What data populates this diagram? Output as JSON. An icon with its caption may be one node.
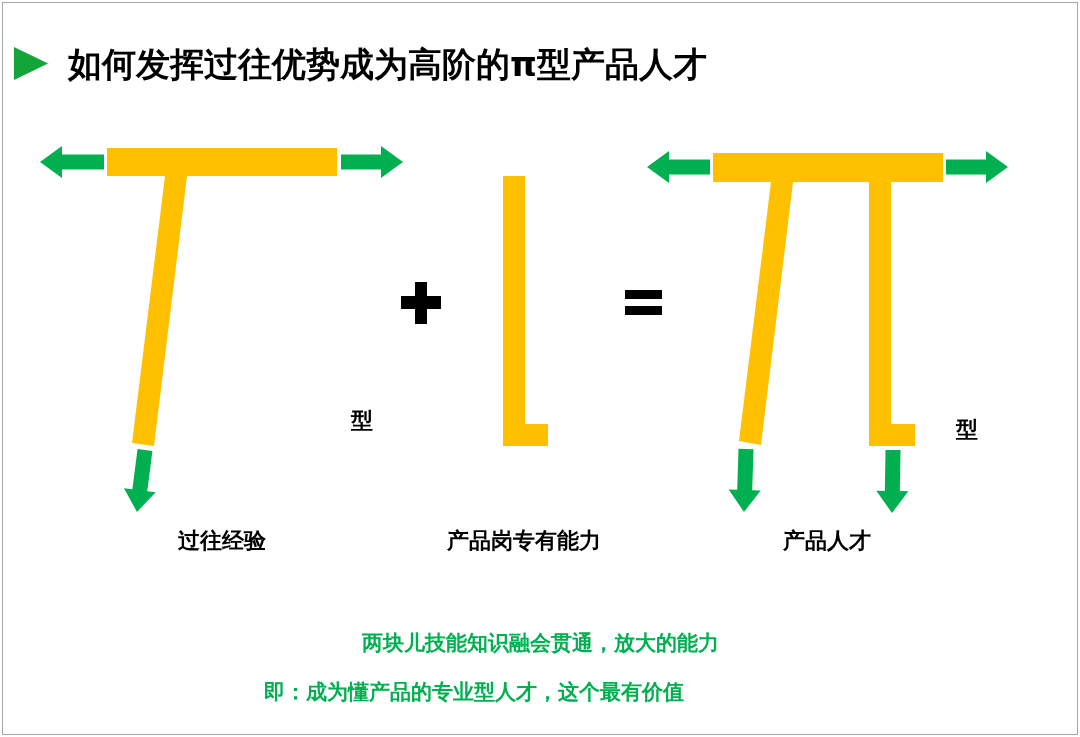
{
  "diagram": {
    "title": "如何发挥过往优势成为高阶的π型产品人才",
    "labels": [
      "型",
      "型",
      "过往经验",
      "产品岗专有能力",
      "产品人才",
      "两块儿技能知识融会贯通，放大的能力",
      "即：成为懂产品的专业型人才，这个最有价值"
    ]
  }
}
